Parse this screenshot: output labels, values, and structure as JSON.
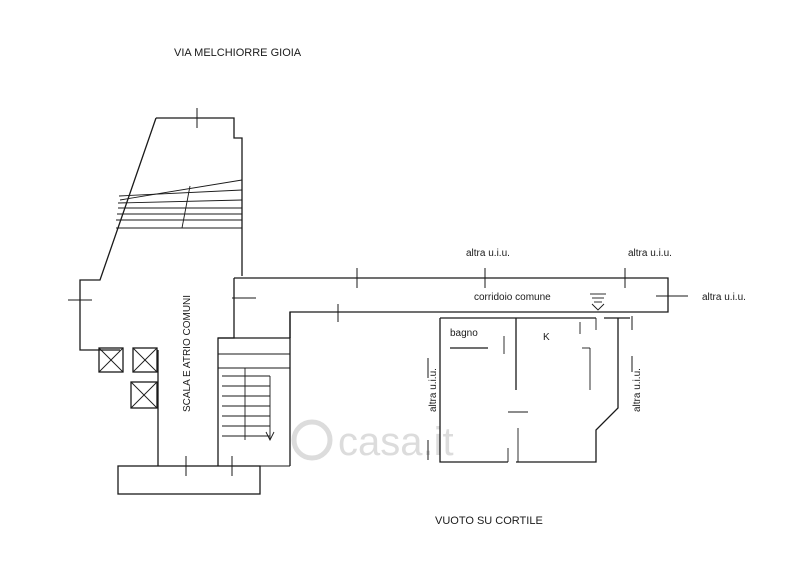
{
  "title_top": "VIA MELCHIORRE GIOIA",
  "title_bottom": "VUOTO SU CORTILE",
  "labels": {
    "scala": "SCALA E ATRIO COMUNI",
    "corridoio": "corridoio comune",
    "bagno": "bagno",
    "kitchen": "K",
    "altra_top_left": "altra u.i.u.",
    "altra_top_right": "altra u.i.u.",
    "altra_right": "altra u.i.u.",
    "altra_vertical_left": "altra u.i.u.",
    "altra_vertical_right": "altra u.i.u."
  },
  "watermark": "casa.it",
  "colors": {
    "line": "#1a1a1a",
    "watermark": "#d9d9d9"
  }
}
